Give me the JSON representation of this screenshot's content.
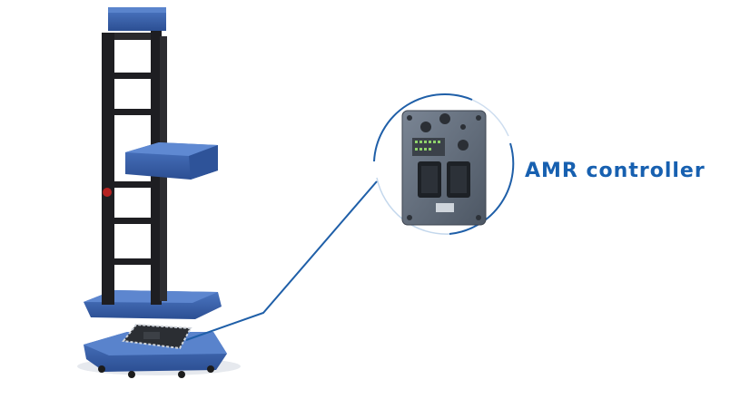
{
  "caption": {
    "text": "AMR controller"
  },
  "colors": {
    "brand_blue": "#3a63b0",
    "brand_blue_dark": "#2a4b8c",
    "frame_black": "#1e1e22",
    "caption_blue": "#1760b0",
    "callout_line": "#1f5fa8",
    "controller_body": "#5f6a78"
  },
  "scene": {
    "subject": "mobile-robot-with-vertical-lift",
    "callout_target": "controller-unit"
  }
}
